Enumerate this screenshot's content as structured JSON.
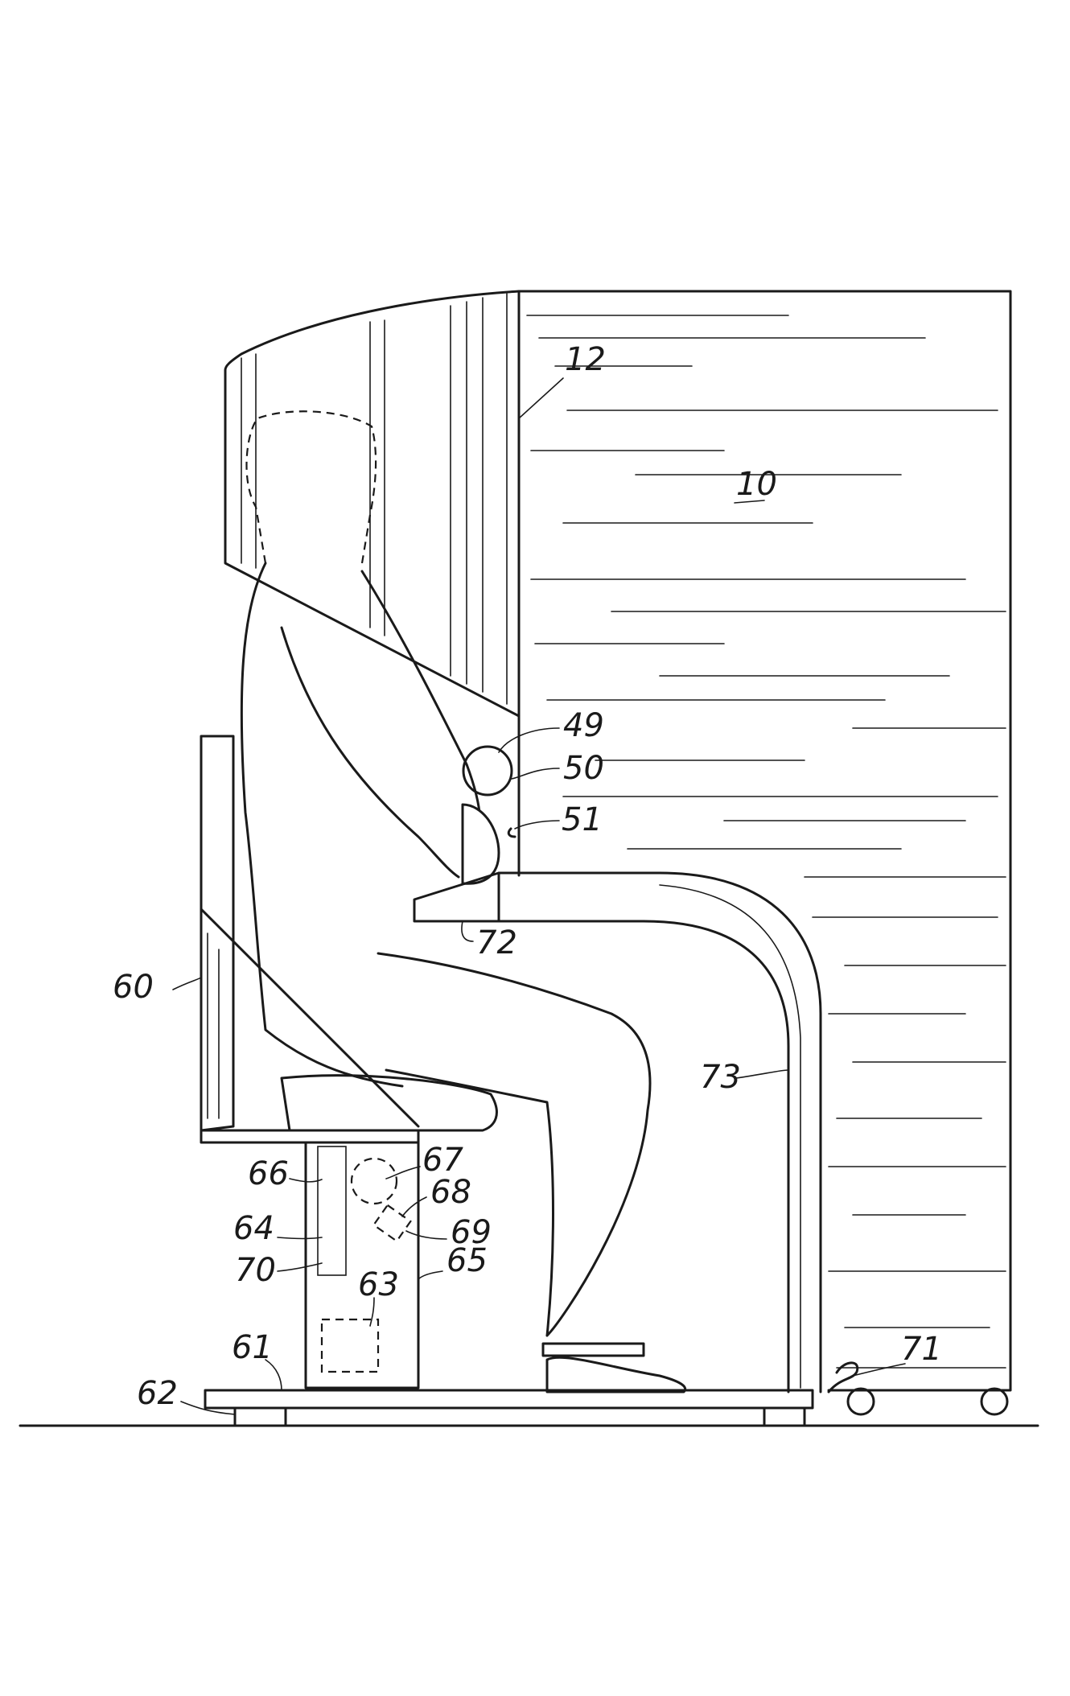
{
  "figure": {
    "reference_numerals": {
      "enclosure_hood": "12",
      "cabinet": "10",
      "control_49": "49",
      "control_50": "50",
      "control_51": "51",
      "armrest": "72",
      "seat_back": "60",
      "seat_column": "73",
      "part_66": "66",
      "part_67": "67",
      "part_68": "68",
      "part_64": "64",
      "part_69": "69",
      "part_70": "70",
      "pedestal_housing": "65",
      "motor": "63",
      "base_platform": "61",
      "floor_skid": "62",
      "cord_plug": "71"
    }
  }
}
